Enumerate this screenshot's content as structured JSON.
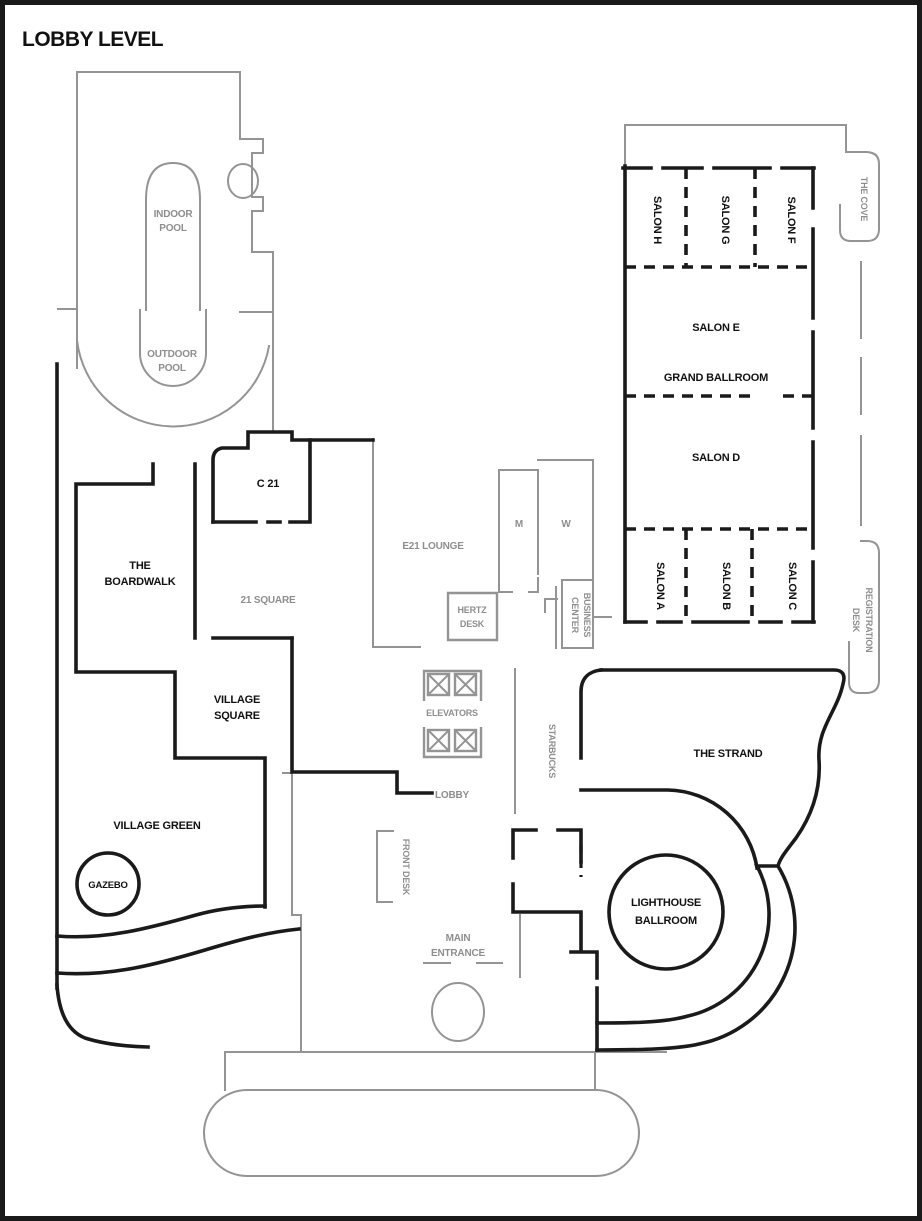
{
  "title": "LOBBY LEVEL",
  "colors": {
    "wall_black": "#1a1a1a",
    "outline_gray": "#949494",
    "label_black": "#111111",
    "label_gray": "#8e8e8e",
    "background": "#ffffff"
  },
  "rooms": {
    "indoor_pool": [
      "INDOOR",
      "POOL"
    ],
    "outdoor_pool": [
      "OUTDOOR",
      "POOL"
    ],
    "the_boardwalk": [
      "THE",
      "BOARDWALK"
    ],
    "c21": "C 21",
    "square21": "21 SQUARE",
    "e21_lounge": "E21 LOUNGE",
    "village_square": [
      "VILLAGE",
      "SQUARE"
    ],
    "village_green": "VILLAGE GREEN",
    "gazebo": "GAZEBO",
    "mens_room": "M",
    "womens_room": "W",
    "hertz_desk": [
      "HERTZ",
      "DESK"
    ],
    "business_center": [
      "BUSINESS",
      "CENTER"
    ],
    "elevators": "ELEVATORS",
    "lobby": "LOBBY",
    "starbucks": "STARBUCKS",
    "front_desk": "FRONT DESK",
    "main_entrance": [
      "MAIN",
      "ENTRANCE"
    ],
    "the_strand": "THE STRAND",
    "lighthouse_ballroom": [
      "LIGHTHOUSE",
      "BALLROOM"
    ],
    "the_cove": "THE COVE",
    "registration_desk": [
      "REGISTRATION",
      "DESK"
    ],
    "grand_ballroom": "GRAND BALLROOM",
    "salon_a": "SALON A",
    "salon_b": "SALON B",
    "salon_c": "SALON C",
    "salon_d": "SALON D",
    "salon_e": "SALON E",
    "salon_f": "SALON F",
    "salon_g": "SALON G",
    "salon_h": "SALON H"
  }
}
